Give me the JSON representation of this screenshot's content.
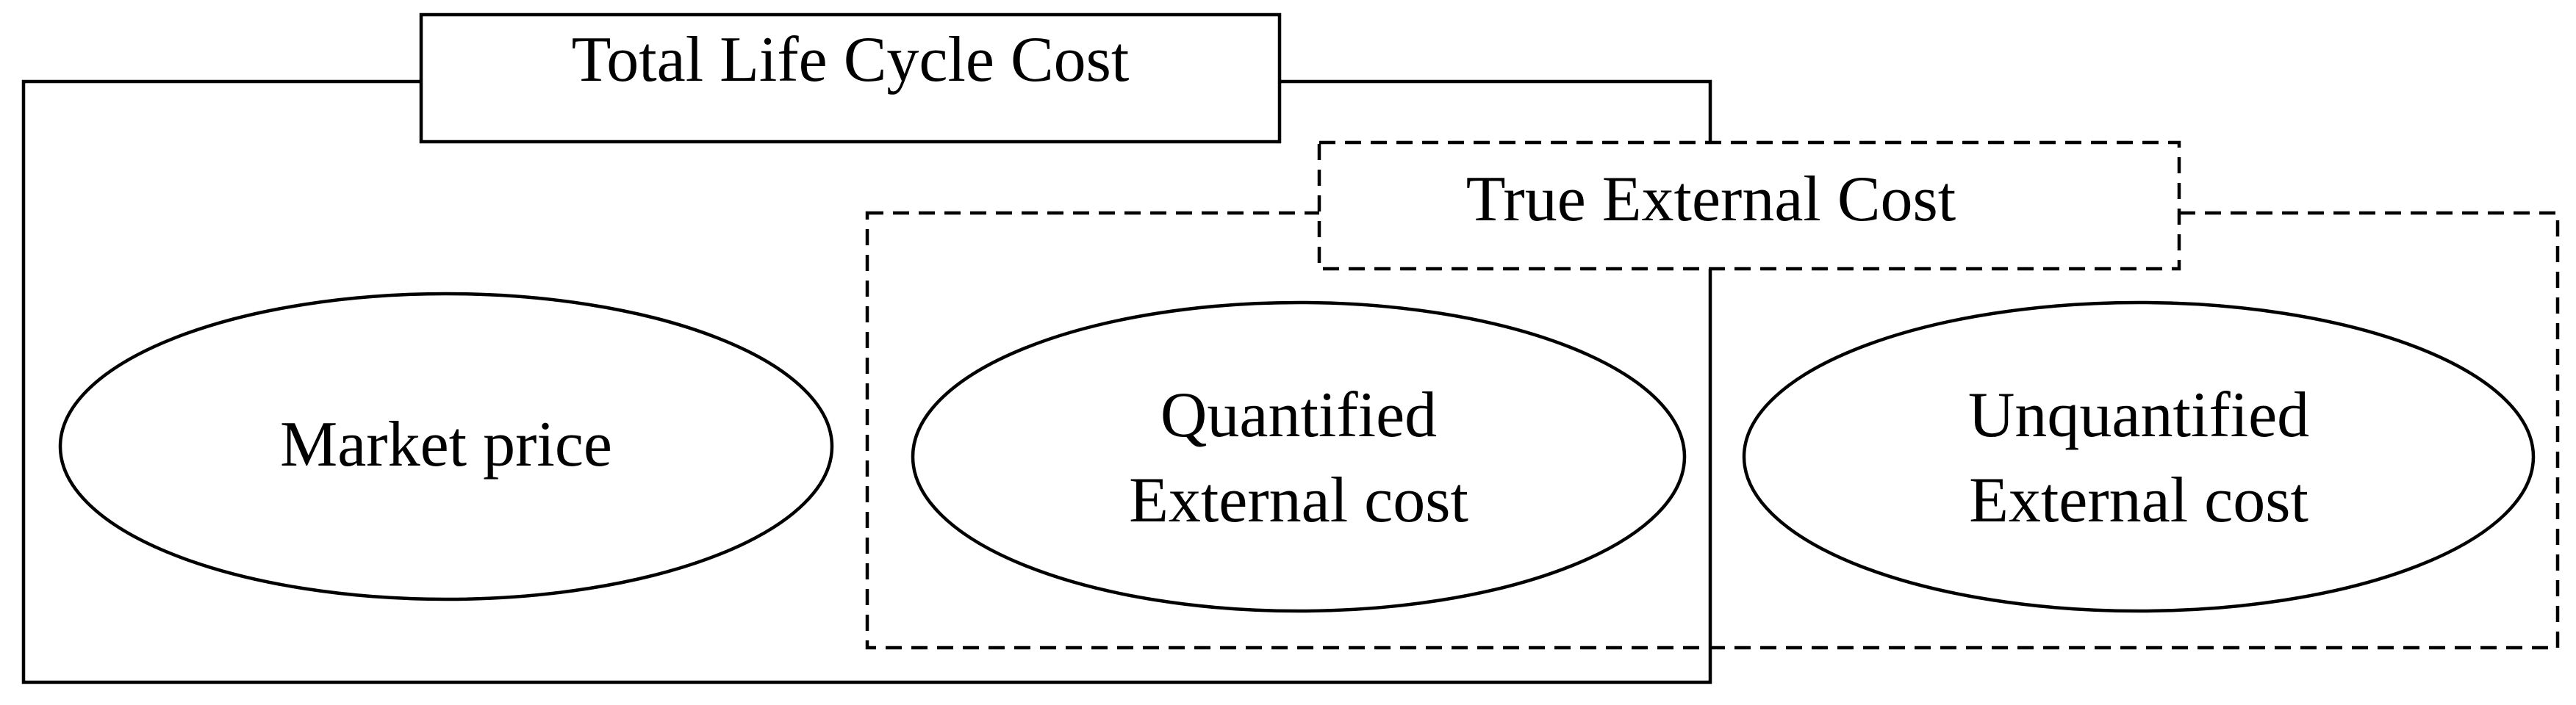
{
  "diagram": {
    "total_life_cycle_cost": "Total Life Cycle Cost",
    "true_external_cost": "True External Cost",
    "market_price": "Market price",
    "quantified": {
      "line1": "Quantified",
      "line2": "External cost"
    },
    "unquantified": {
      "line1": "Unquantified",
      "line2": "External cost"
    }
  },
  "colors": {
    "stroke": "#000000",
    "background": "#ffffff"
  }
}
